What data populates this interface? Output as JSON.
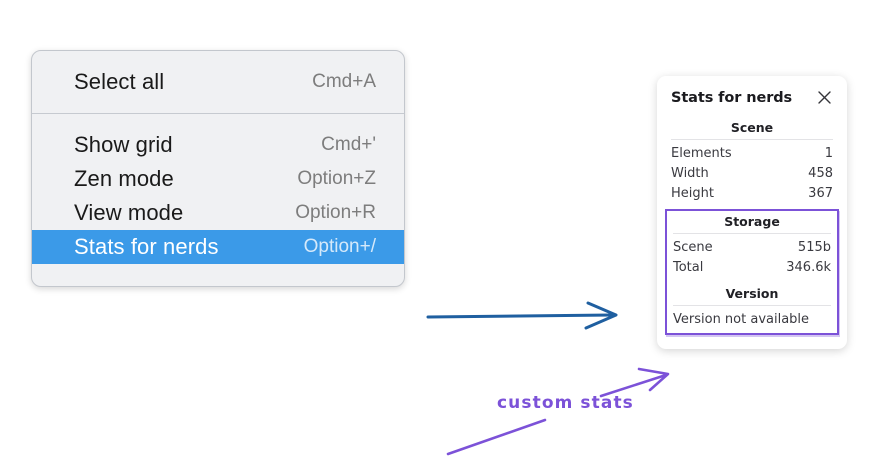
{
  "context_menu": {
    "sections": [
      {
        "items": [
          {
            "label": "Select all",
            "shortcut": "Cmd+A",
            "highlighted": false
          }
        ]
      },
      {
        "items": [
          {
            "label": "Show grid",
            "shortcut": "Cmd+'",
            "highlighted": false
          },
          {
            "label": "Zen mode",
            "shortcut": "Option+Z",
            "highlighted": false
          },
          {
            "label": "View mode",
            "shortcut": "Option+R",
            "highlighted": false
          },
          {
            "label": "Stats for nerds",
            "shortcut": "Option+/",
            "highlighted": true
          }
        ]
      }
    ],
    "highlight_color": "#3b9ae8"
  },
  "stats_panel": {
    "title": "Stats for nerds",
    "close_icon": "close-icon",
    "scene": {
      "heading": "Scene",
      "rows": [
        {
          "key": "Elements",
          "value": "1"
        },
        {
          "key": "Width",
          "value": "458"
        },
        {
          "key": "Height",
          "value": "367"
        }
      ]
    },
    "storage": {
      "heading": "Storage",
      "rows": [
        {
          "key": "Scene",
          "value": "515b"
        },
        {
          "key": "Total",
          "value": "346.6k"
        }
      ]
    },
    "version": {
      "heading": "Version",
      "text": "Version not available"
    }
  },
  "annotations": {
    "custom_stats_label": "custom stats",
    "purple_color": "#7c52d8",
    "blue_arrow_color": "#1f5fa0"
  }
}
